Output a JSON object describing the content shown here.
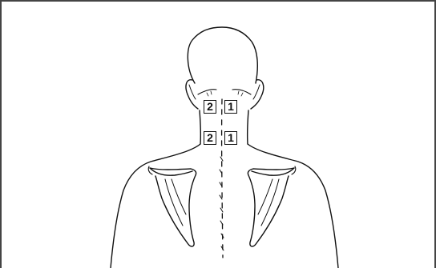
{
  "figure": {
    "markers": [
      {
        "label": "2"
      },
      {
        "label": "1"
      },
      {
        "label": "2"
      },
      {
        "label": "1"
      }
    ]
  },
  "colors": {
    "line": "#111111",
    "frame": "#444444",
    "background": "#ffffff"
  }
}
